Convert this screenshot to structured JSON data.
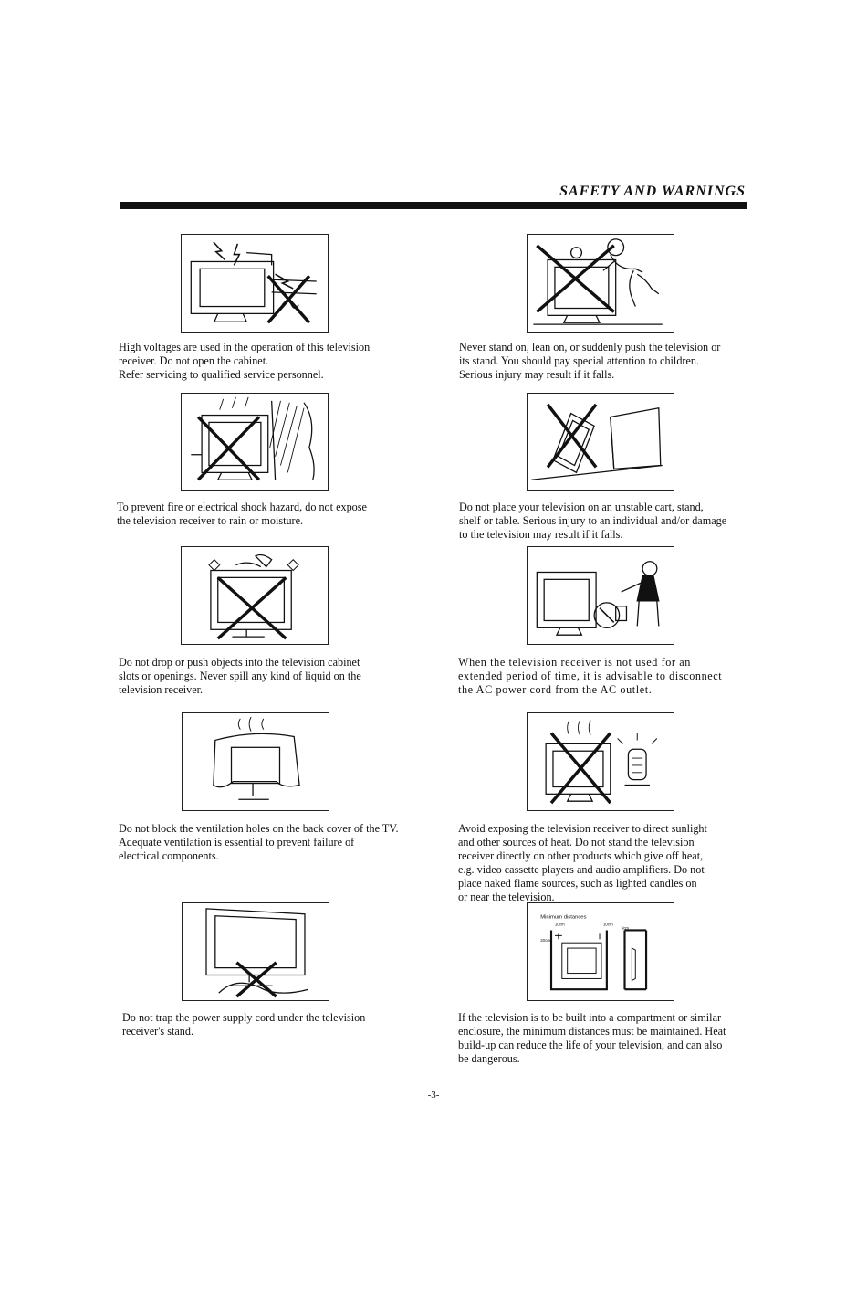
{
  "header": {
    "title": "SAFETY AND WARNINGS"
  },
  "sections": [
    {
      "lines": [
        "High voltages are used in the operation of this television",
        "receiver. Do not open the cabinet.",
        "Refer servicing to qualified service personnel."
      ],
      "icon": "high-voltage-icon"
    },
    {
      "lines": [
        "Never stand on, lean on, or suddenly push the television or",
        "its stand. You should pay special attention to children.",
        "Serious  injury may result if it  falls."
      ],
      "icon": "child-climbing-icon"
    },
    {
      "lines": [
        "To prevent fire or electrical shock hazard, do not expose",
        "the television receiver to rain or moisture."
      ],
      "icon": "rain-icon"
    },
    {
      "lines": [
        "Do not place your television on an unstable cart, stand,",
        "shelf or table. Serious injury to an individual and/or damage",
        "to the television may result if it falls."
      ],
      "icon": "falling-tv-icon"
    },
    {
      "lines": [
        "Do not drop or push objects into the television cabinet",
        "slots or openings. Never spill any kind of liquid on the",
        "television receiver."
      ],
      "icon": "spill-liquid-icon"
    },
    {
      "lines": [
        "When the television receiver is not used for an",
        "extended period of  time, it is advisable to disconnect",
        "the AC power cord from the AC outlet."
      ],
      "icon": "unplug-icon"
    },
    {
      "lines": [
        "Do not block the ventilation holes on the back cover of the TV.",
        "Adequate ventilation is essential to prevent failure of",
        "electrical components."
      ],
      "icon": "covered-tv-icon"
    },
    {
      "lines": [
        "Avoid exposing the television receiver to direct sunlight",
        "and  other sources of heat. Do not stand the television",
        "receiver  directly on other products which give off heat,",
        "e.g. video cassette players and audio amplifiers. Do not",
        "place naked  flame sources, such as lighted candles on",
        "or near  the television."
      ],
      "icon": "heater-icon"
    },
    {
      "lines": [
        "Do not trap the power supply cord under the television",
        "receiver's stand."
      ],
      "icon": "trapped-cord-icon"
    },
    {
      "lines": [
        "If the television is to be built into a compartment or similar",
        "enclosure, the minimum distances must be maintained. Heat",
        "build-up can reduce the life of your television, and can also",
        "be dangerous."
      ],
      "icon": "minimum-distances-icon",
      "diagram": {
        "title": "Minimum distances",
        "top": "10cm",
        "side_right": "10cm",
        "back": "5cm",
        "side_left": "20cm"
      }
    }
  ],
  "page_number": "-3-"
}
